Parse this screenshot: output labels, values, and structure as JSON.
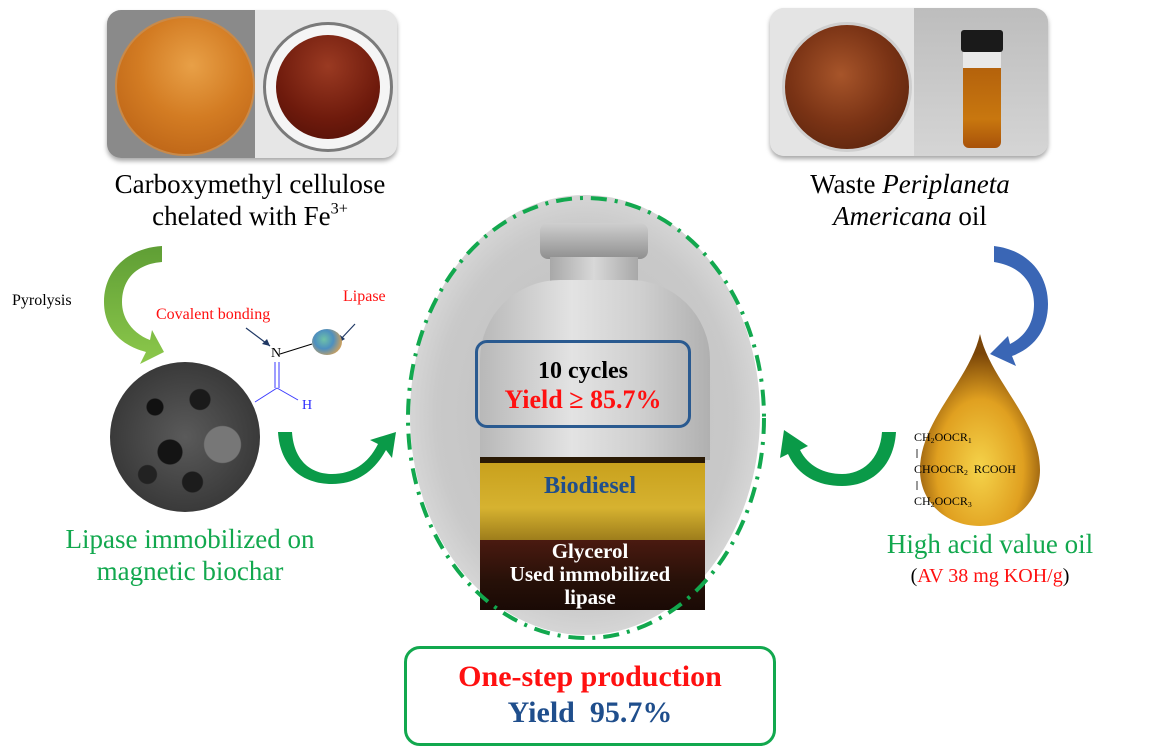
{
  "left": {
    "photo_caption_line1": "Carboxymethyl cellulose",
    "photo_caption_line2_prefix": "chelated with Fe",
    "photo_caption_line2_sup": "3+",
    "process_label": "Pyrolysis",
    "bond_label": "Covalent bonding",
    "enzyme_label": "Lipase",
    "atom_n": "N",
    "atom_h": "H",
    "result_line1": "Lipase immobilized on",
    "result_line2": "magnetic biochar"
  },
  "center": {
    "cycles_title": "10 cycles",
    "cycles_yield": "Yield ≥ 85.7%",
    "layer_top": "Biodiesel",
    "layer_bottom_line1": "Glycerol",
    "layer_bottom_line2": "Used immobilized",
    "layer_bottom_line3": "lipase",
    "summary_title": "One-step production",
    "summary_yield": "Yield  95.7%"
  },
  "right": {
    "caption_plain": "Waste ",
    "caption_italic1": "Periplaneta",
    "caption_italic2": "Americana",
    "caption_plain2": " oil",
    "formula": {
      "r1_main": "CH",
      "r1_sub": "2",
      "r1_rest": "OOCR",
      "r1_idx": "1",
      "r2_main": "CHOOCR",
      "r2_idx": "2",
      "r2_acid": "RCOOH",
      "r3_main": "CH",
      "r3_sub": "2",
      "r3_rest": "OOCR",
      "r3_idx": "3"
    },
    "result_line1": "High acid value oil",
    "result_paren_open": "(",
    "result_line2": "AV 38 mg KOH/g",
    "result_paren_close": ")"
  },
  "colors": {
    "green_text": "#12a84e",
    "red_text": "#ff1010",
    "navy_text": "#1f4e8c",
    "dash_circle": "#12a84e",
    "arrow_light_green": "#7cc242",
    "arrow_green": "#0a9a48",
    "arrow_blue": "#3a66b5"
  }
}
